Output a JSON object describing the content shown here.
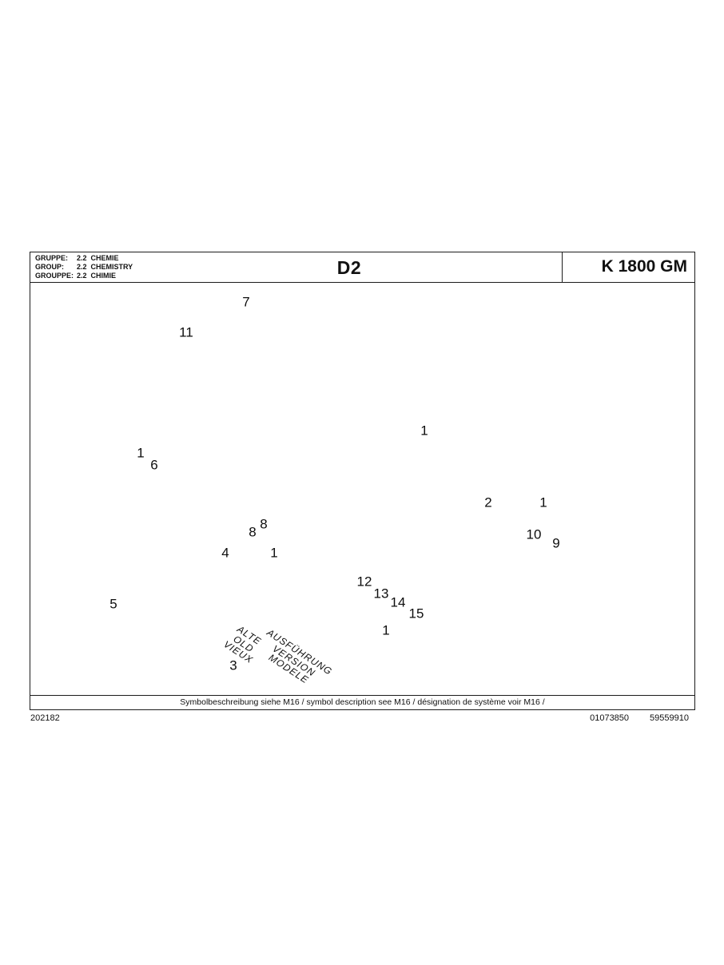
{
  "header": {
    "rows": [
      {
        "label": "GRUPPE:",
        "value": "2.2  CHEMIE"
      },
      {
        "label": "GROUP:",
        "value": "2.2  CHEMISTRY"
      },
      {
        "label": "GROUPPE:",
        "value": "2.2  CHIMIE"
      }
    ],
    "page_code": "D2",
    "model": "K 1800 GM"
  },
  "footer": {
    "symbol_note": "Symbolbeschreibung siehe M16 / symbol description see M16 / désignation de système voir M16 /",
    "doc_number": "202182",
    "order_number": "01073850",
    "sheet_number": "59559910"
  },
  "diagram": {
    "old_version_label": "ALTE\nOLD\nVIEUX",
    "version_label": "AUSFÜHRUNG\nVERSION\nMODELE",
    "callouts": [
      {
        "text": "7"
      },
      {
        "text": "11"
      },
      {
        "text": "1"
      },
      {
        "text": "1"
      },
      {
        "text": "6"
      },
      {
        "text": "8"
      },
      {
        "text": "8"
      },
      {
        "text": "4"
      },
      {
        "text": "1"
      },
      {
        "text": "5"
      },
      {
        "text": "12"
      },
      {
        "text": "13"
      },
      {
        "text": "14"
      },
      {
        "text": "15"
      },
      {
        "text": "1"
      },
      {
        "text": "2"
      },
      {
        "text": "1"
      },
      {
        "text": "10"
      },
      {
        "text": "9"
      },
      {
        "text": "3"
      }
    ]
  }
}
